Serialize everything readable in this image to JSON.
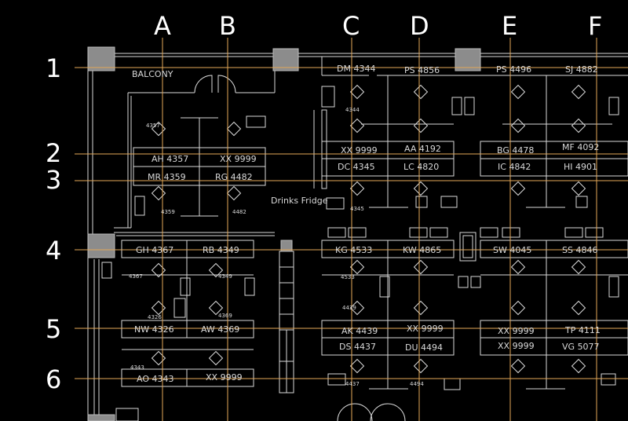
{
  "grid": {
    "columns": [
      "A",
      "B",
      "C",
      "D",
      "E",
      "F"
    ],
    "rows": [
      "1",
      "2",
      "3",
      "4",
      "5",
      "6"
    ]
  },
  "rooms": {
    "balcony": "BALCONY",
    "drinks_fridge": "Drinks Fridge"
  },
  "desks": [
    {
      "initials": "DM",
      "ext": "4344"
    },
    {
      "initials": "PS",
      "ext": "4856"
    },
    {
      "initials": "PS",
      "ext": "4496"
    },
    {
      "initials": "SJ",
      "ext": "4882"
    },
    {
      "initials": "AH",
      "ext": "4357"
    },
    {
      "initials": "XX",
      "ext": "9999"
    },
    {
      "initials": "MR",
      "ext": "4359"
    },
    {
      "initials": "RG",
      "ext": "4482"
    },
    {
      "initials": "XX",
      "ext": "9999"
    },
    {
      "initials": "AA",
      "ext": "4192"
    },
    {
      "initials": "DC",
      "ext": "4345"
    },
    {
      "initials": "LC",
      "ext": "4820"
    },
    {
      "initials": "BG",
      "ext": "4478"
    },
    {
      "initials": "MF",
      "ext": "4092"
    },
    {
      "initials": "IC",
      "ext": "4842"
    },
    {
      "initials": "HI",
      "ext": "4901"
    },
    {
      "initials": "GH",
      "ext": "4367"
    },
    {
      "initials": "RB",
      "ext": "4349"
    },
    {
      "initials": "KG",
      "ext": "4533"
    },
    {
      "initials": "KW",
      "ext": "4865"
    },
    {
      "initials": "SW",
      "ext": "4045"
    },
    {
      "initials": "SS",
      "ext": "4846"
    },
    {
      "initials": "NW",
      "ext": "4326"
    },
    {
      "initials": "AW",
      "ext": "4369"
    },
    {
      "initials": "AK",
      "ext": "4439"
    },
    {
      "initials": "XX",
      "ext": "9999"
    },
    {
      "initials": "XX",
      "ext": "9999"
    },
    {
      "initials": "TP",
      "ext": "4111"
    },
    {
      "initials": "DS",
      "ext": "4437"
    },
    {
      "initials": "DU",
      "ext": "4494"
    },
    {
      "initials": "XX",
      "ext": "9999"
    },
    {
      "initials": "VG",
      "ext": "5077"
    },
    {
      "initials": "AO",
      "ext": "4343"
    },
    {
      "initials": "XX",
      "ext": "9999"
    }
  ],
  "phone_numbers": [
    "4344",
    "4357",
    "4359",
    "4482",
    "4345",
    "4367",
    "4349",
    "4533",
    "4326",
    "4369",
    "4439",
    "4343",
    "4437",
    "4494"
  ],
  "colors": {
    "background": "#000000",
    "linework": "#d9d9d9",
    "gridlines": "#e3a857",
    "columns": "#8c8c8c"
  }
}
